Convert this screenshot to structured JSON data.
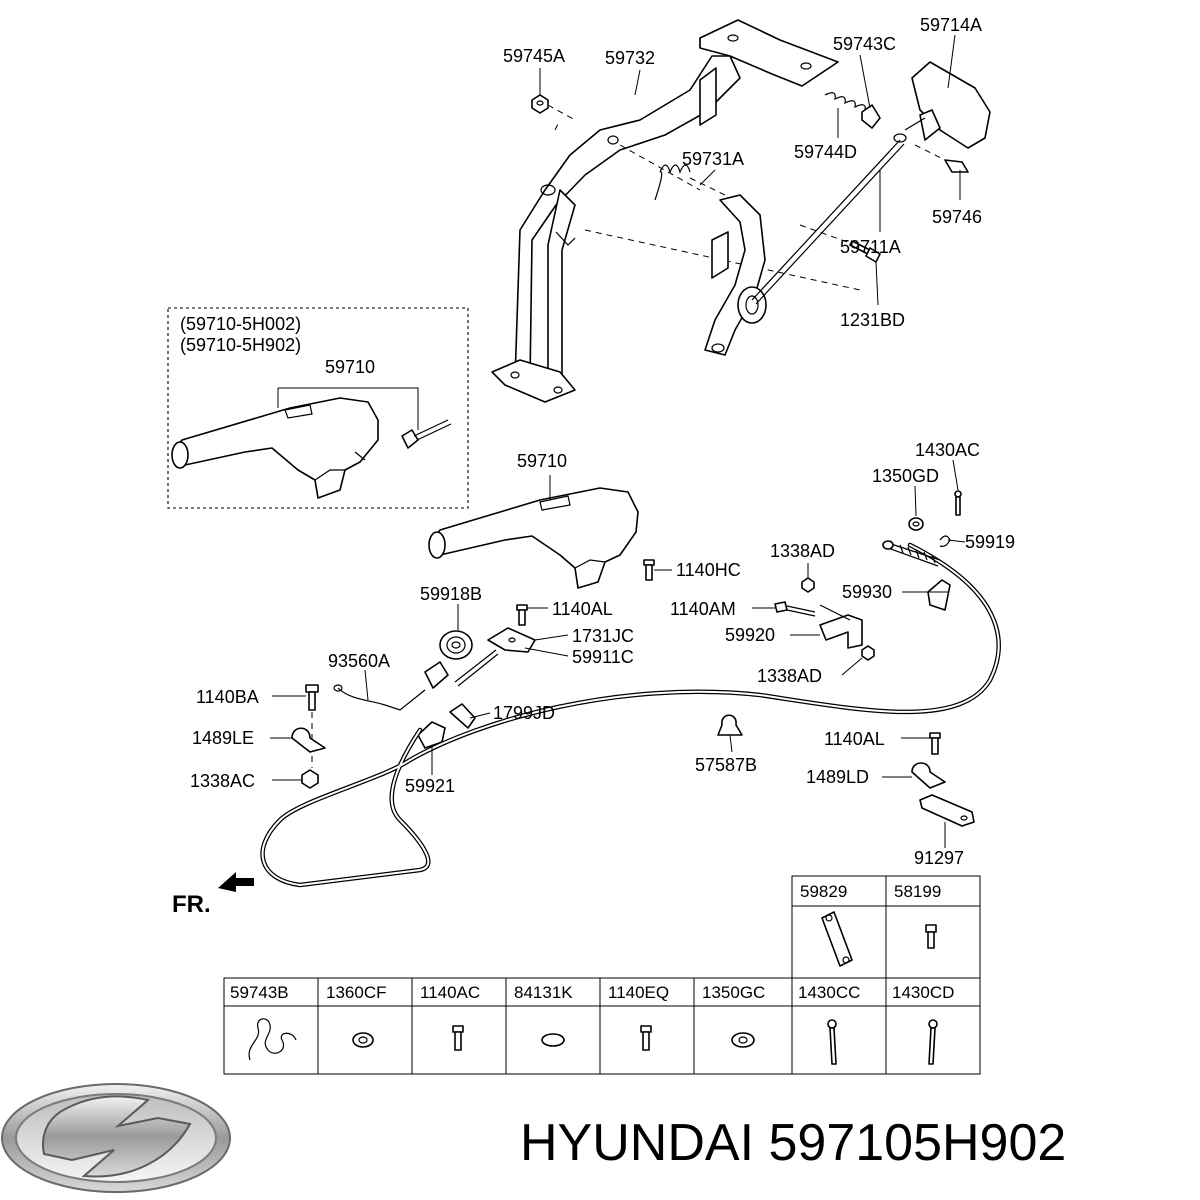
{
  "diagram": {
    "labels": [
      {
        "id": "p59745A",
        "text": "59745A"
      },
      {
        "id": "p59732",
        "text": "59732"
      },
      {
        "id": "p59743C",
        "text": "59743C"
      },
      {
        "id": "p59714A",
        "text": "59714A"
      },
      {
        "id": "p59731A",
        "text": "59731A"
      },
      {
        "id": "p59744D",
        "text": "59744D"
      },
      {
        "id": "p59746",
        "text": "59746"
      },
      {
        "id": "p59711A",
        "text": "59711A"
      },
      {
        "id": "p1231BD",
        "text": "1231BD"
      },
      {
        "id": "boxLine1",
        "text": "(59710-5H002)"
      },
      {
        "id": "boxLine2",
        "text": "(59710-5H902)"
      },
      {
        "id": "p59710a",
        "text": "59710"
      },
      {
        "id": "p59710b",
        "text": "59710"
      },
      {
        "id": "p1430AC",
        "text": "1430AC"
      },
      {
        "id": "p1350GD",
        "text": "1350GD"
      },
      {
        "id": "p59919",
        "text": "59919"
      },
      {
        "id": "p1338ADa",
        "text": "1338AD"
      },
      {
        "id": "p1140HC",
        "text": "1140HC"
      },
      {
        "id": "p59930",
        "text": "59930"
      },
      {
        "id": "p59918B",
        "text": "59918B"
      },
      {
        "id": "p1140ALa",
        "text": "1140AL"
      },
      {
        "id": "p1140AM",
        "text": "1140AM"
      },
      {
        "id": "p1731JC",
        "text": "1731JC"
      },
      {
        "id": "p59920",
        "text": "59920"
      },
      {
        "id": "p59911C",
        "text": "59911C"
      },
      {
        "id": "p93560A",
        "text": "93560A"
      },
      {
        "id": "p1338ADb",
        "text": "1338AD"
      },
      {
        "id": "p1140BA",
        "text": "1140BA"
      },
      {
        "id": "p1799JD",
        "text": "1799JD"
      },
      {
        "id": "p1489LE",
        "text": "1489LE"
      },
      {
        "id": "p1140ALb",
        "text": "1140AL"
      },
      {
        "id": "p57587B",
        "text": "57587B"
      },
      {
        "id": "p1338AC",
        "text": "1338AC"
      },
      {
        "id": "p59921",
        "text": "59921"
      },
      {
        "id": "p1489LD",
        "text": "1489LD"
      },
      {
        "id": "p91297",
        "text": "91297"
      }
    ],
    "front_marker": "FR.",
    "table_top": [
      "59829",
      "58199"
    ],
    "table_bottom": [
      "59743B",
      "1360CF",
      "1140AC",
      "84131K",
      "1140EQ",
      "1350GC",
      "1430CC",
      "1430CD"
    ]
  },
  "footer": {
    "brand_text": "HYUNDAI 597105H902",
    "logo_icon": "hyundai-logo-icon"
  }
}
